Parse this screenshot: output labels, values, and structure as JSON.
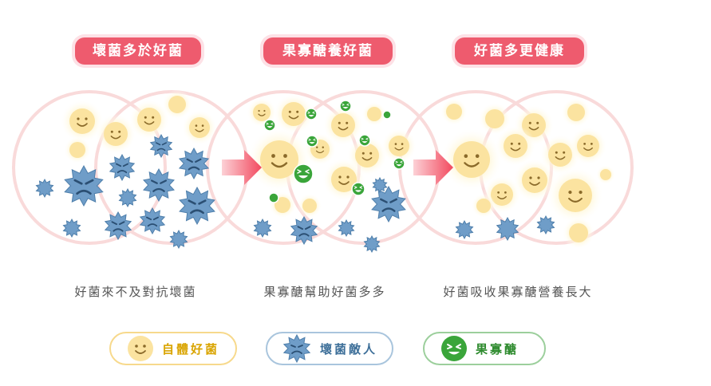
{
  "stages": [
    {
      "title": "壞菌多於好菌",
      "caption": "好菌來不及對抗壞菌"
    },
    {
      "title": "果寡醣養好菌",
      "caption": "果寡醣幫助好菌多多"
    },
    {
      "title": "好菌多更健康",
      "caption": "好菌吸收果寡醣營養長大"
    }
  ],
  "legend": [
    {
      "label": "自體好菌",
      "icon": "good-bacteria-icon",
      "color": "#d9a400"
    },
    {
      "label": "壞菌敵人",
      "icon": "bad-bacteria-icon",
      "color": "#3d6f99"
    },
    {
      "label": "果寡醣",
      "icon": "oligosaccharide-icon",
      "color": "#2e8b2e"
    }
  ],
  "colors": {
    "pill_red": "#ee5b6e",
    "ring": "#f9dada",
    "arrow": "#f25d6c",
    "good": "#fbe3a0",
    "good_face": "#8a6a2a",
    "bad": "#6f9dc8",
    "oligo": "#3aa53a"
  }
}
